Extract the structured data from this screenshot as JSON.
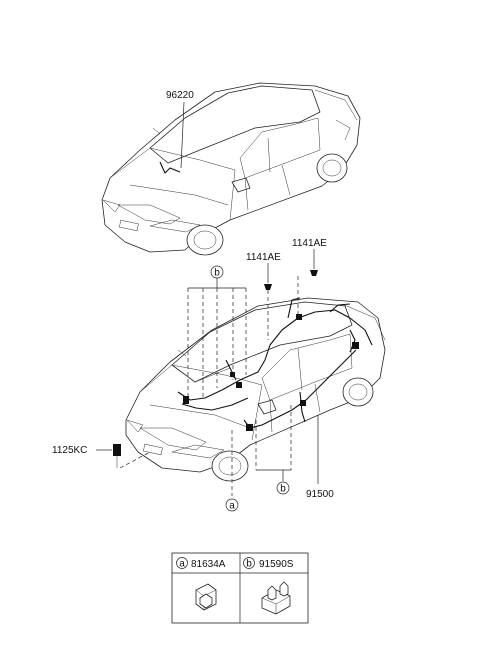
{
  "parts": {
    "antenna": "96220",
    "screw_right": "1141AE",
    "screw_left": "1141AE",
    "bolt": "1125KC",
    "harness": "91500"
  },
  "callouts": {
    "a": "a",
    "b": "b"
  },
  "legend": {
    "a_letter": "a",
    "a_part": "81634A",
    "b_letter": "b",
    "b_part": "91590S"
  }
}
